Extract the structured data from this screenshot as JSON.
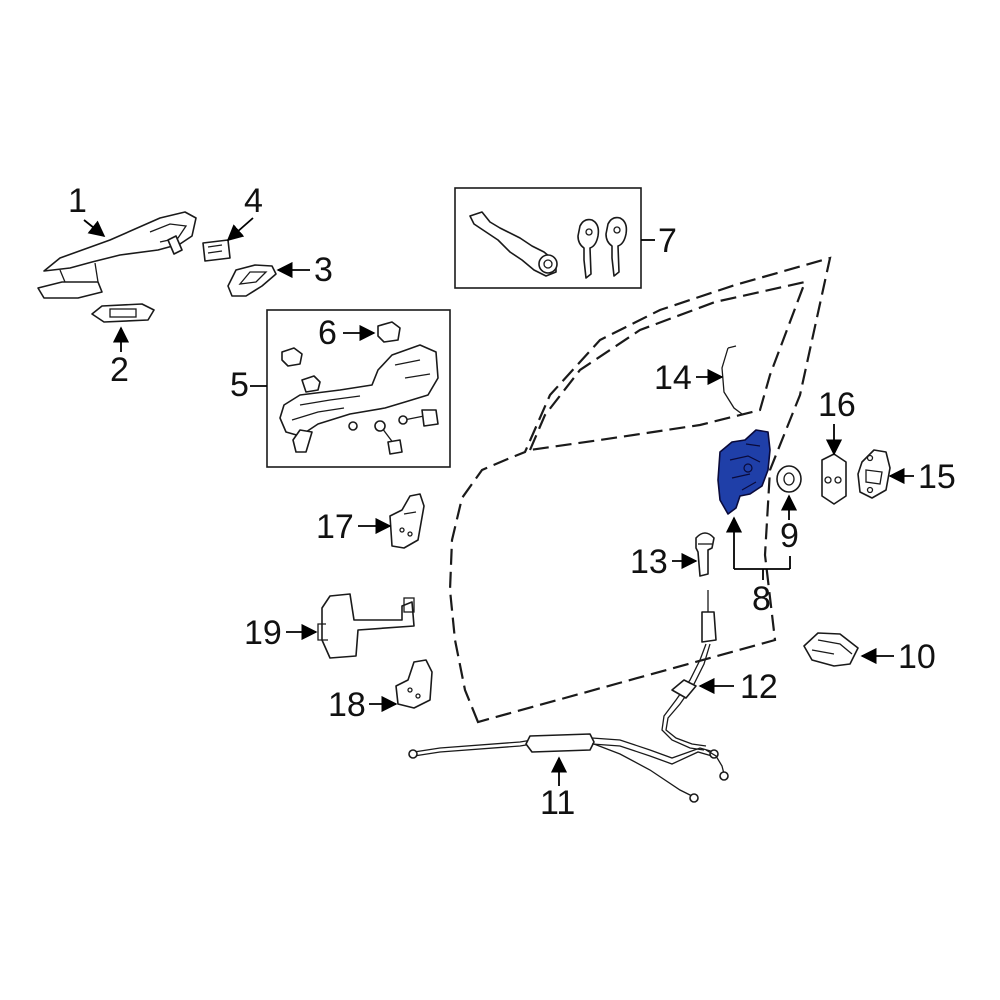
{
  "highlight_color": "#1f3fa8",
  "callouts": {
    "c1": "1",
    "c2": "2",
    "c3": "3",
    "c4": "4",
    "c5": "5",
    "c6": "6",
    "c7": "7",
    "c8": "8",
    "c9": "9",
    "c10": "10",
    "c11": "11",
    "c12": "12",
    "c13": "13",
    "c14": "14",
    "c15": "15",
    "c16": "16",
    "c17": "17",
    "c18": "18",
    "c19": "19"
  },
  "highlighted_part": "8"
}
